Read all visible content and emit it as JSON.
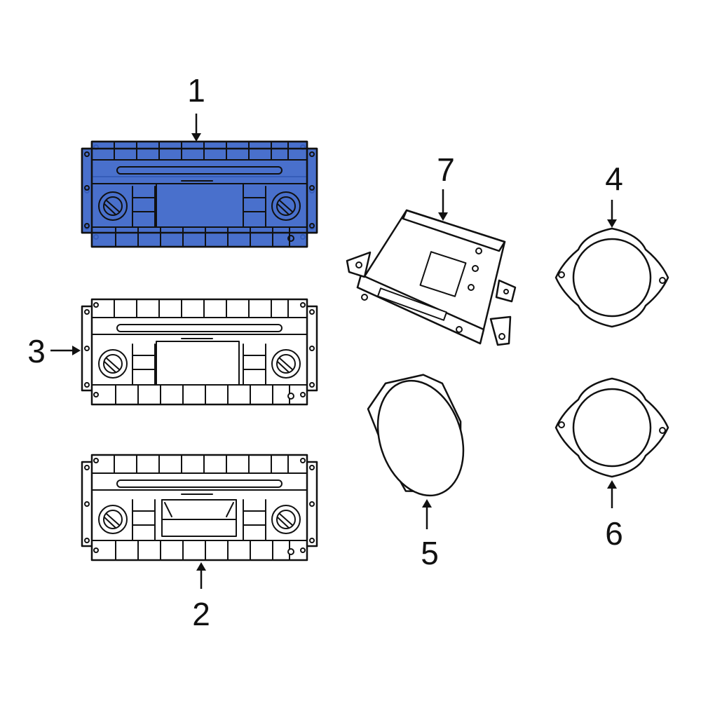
{
  "highlight_color": "#3a64c8",
  "parts": [
    {
      "callout": "1",
      "highlighted": true
    },
    {
      "callout": "2",
      "highlighted": false
    },
    {
      "callout": "3",
      "highlighted": false
    },
    {
      "callout": "4",
      "highlighted": false
    },
    {
      "callout": "5",
      "highlighted": false
    },
    {
      "callout": "6",
      "highlighted": false
    },
    {
      "callout": "7",
      "highlighted": false
    }
  ]
}
